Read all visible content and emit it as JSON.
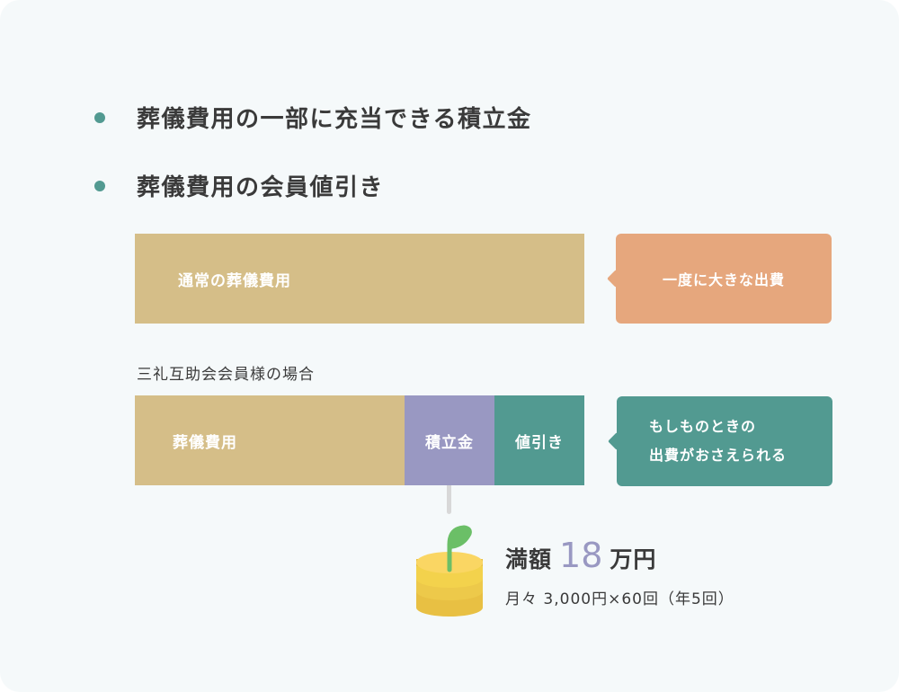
{
  "bullets": [
    {
      "text": "葬儀費用の一部に充当できる積立金"
    },
    {
      "text": "葬儀費用の会員値引き"
    }
  ],
  "normal_case": {
    "bar_label": "通常の葬儀費用",
    "callout": "一度に大きな出費"
  },
  "member_case": {
    "label": "三礼互助会会員様の場合",
    "segments": {
      "funeral": "葬儀費用",
      "savings": "積立金",
      "discount": "値引き"
    },
    "callout_line1": "もしものときの",
    "callout_line2": "出費がおさえられる"
  },
  "savings_info": {
    "prefix": "満額",
    "number": "18",
    "unit": "万円",
    "detail": "月々 3,000円×60回（年5回）"
  },
  "colors": {
    "tan": "#d5be88",
    "purple": "#9998c2",
    "teal": "#529a91",
    "orange": "#e6a77d",
    "background": "#f5f9fa"
  }
}
